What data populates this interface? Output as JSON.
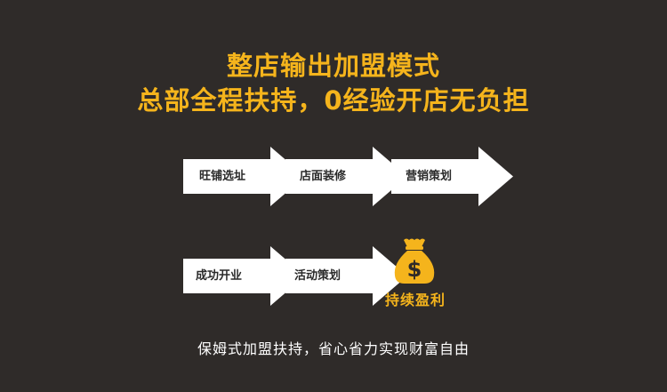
{
  "headline": {
    "line1": "整店输出加盟模式",
    "line2": "总部全程扶持，0经验开店无负担"
  },
  "steps": [
    {
      "label": "旺铺选址"
    },
    {
      "label": "店面装修"
    },
    {
      "label": "营销策划"
    },
    {
      "label": "成功开业"
    },
    {
      "label": "活动策划"
    }
  ],
  "result": {
    "icon": "money-bag-icon",
    "label": "持续盈利"
  },
  "footer": "保姆式加盟扶持，省心省力实现财富自由",
  "colors": {
    "background": "#2f2b29",
    "accent": "#f5b41c",
    "arrow_fill": "#ffffff",
    "arrow_text": "#2a2a2a",
    "footer_text": "#ffffff"
  }
}
